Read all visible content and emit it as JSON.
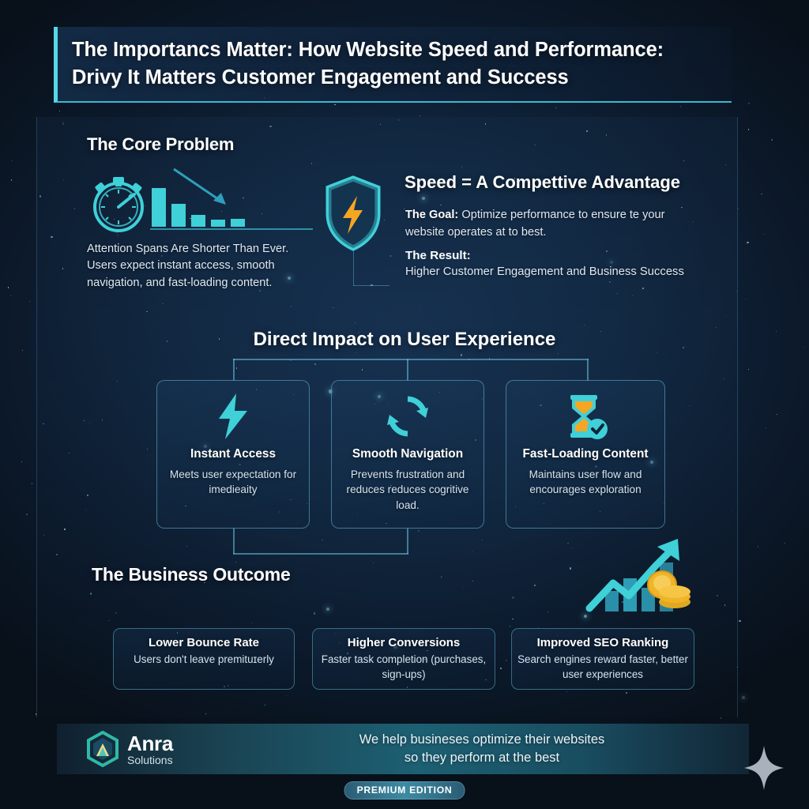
{
  "header": {
    "title_line1": "The Importancs Matter: How Website Speed and Performance:",
    "title_line2": "Drivy It Matters Customer Engagement and Success"
  },
  "core_problem": {
    "heading": "The Core Problem",
    "icon": "stopwatch-declining-bar-chart-icon",
    "body_line1": "Attention Spans Are Shorter Than Ever.",
    "body_line2": "Users expect instant access, smooth",
    "body_line3": "navigation, and fast-loading content."
  },
  "speed_advantage": {
    "icon": "shield-lightning-bolt-icon",
    "heading": "Speed = A Compettive Advantage",
    "goal_label": "The Goal:",
    "goal_text": " Optimize performance to ensure te your website operates at to best.",
    "result_label": "The Result:",
    "result_text": "Higher Customer Engagement and Business Success"
  },
  "user_experience": {
    "heading": "Direct Impact on User Experience",
    "cards": [
      {
        "icon": "lightning-bolt-icon",
        "title": "Instant Access",
        "desc": "Meets user expectation for imedieaity"
      },
      {
        "icon": "refresh-cycle-icon",
        "title": "Smooth Navigation",
        "desc": "Prevents frustration and reduces reduces cogritive load."
      },
      {
        "icon": "hourglass-check-icon",
        "title": "Fast-Loading Content",
        "desc": "Maintains user flow and encourages exploration"
      }
    ]
  },
  "business_outcome": {
    "heading": "The Business Outcome",
    "icon": "growth-chart-coins-icon",
    "cards": [
      {
        "title": "Lower Bounce Rate",
        "desc": "Users don't leave premituɪerly"
      },
      {
        "title": "Higher Conversions",
        "desc": "Faster task completion (purchases, sign-ups)"
      },
      {
        "title": "Improved SEO Ranking",
        "desc": "Search engines reward faster, better user experiences"
      }
    ]
  },
  "footer": {
    "logo_icon": "anra-hexagon-droplet-logo-icon",
    "logo_name": "Anra",
    "logo_sub": "Solutions",
    "tagline_line1": "We help busineses optimize their websites",
    "tagline_line2": "so they perform at the best",
    "badge": "PREMIUM EDITION",
    "sparkle": "four-point-star-sparkle-icon"
  },
  "colors": {
    "accent_teal": "#3fd0d8",
    "accent_cyan": "#55d8e8",
    "amber": "#f5a623",
    "background": "#0c1a2c",
    "text_primary": "#ffffff",
    "text_secondary": "#dfe9f2"
  }
}
